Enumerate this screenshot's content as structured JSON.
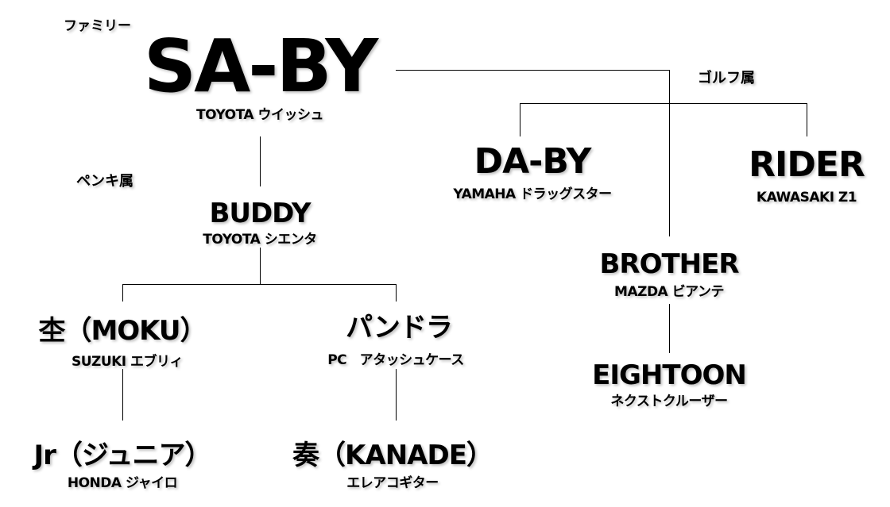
{
  "groups": {
    "family": "ファミリー",
    "paint": "ペンキ属",
    "golf": "ゴルフ属"
  },
  "nodes": {
    "saby": {
      "name": "SA-BY",
      "vehicle": "TOYOTA ウイッシュ"
    },
    "buddy": {
      "name": "BUDDY",
      "vehicle": "TOYOTA シエンタ"
    },
    "moku": {
      "name": "杢（MOKU）",
      "vehicle": "SUZUKI エブリィ"
    },
    "pandora": {
      "name": "パンドラ",
      "vehicle": "PC　アタッシュケース"
    },
    "junior": {
      "name": "Jr（ジュニア）",
      "vehicle": "HONDA ジャイロ"
    },
    "kanade": {
      "name": "奏（KANADE）",
      "vehicle": "エレアコギター"
    },
    "daby": {
      "name": "DA-BY",
      "vehicle": "YAMAHA ドラッグスター"
    },
    "rider": {
      "name": "RIDER",
      "vehicle": "KAWASAKI Z1"
    },
    "brother": {
      "name": "BROTHER",
      "vehicle": "MAZDA ビアンテ"
    },
    "eightoon": {
      "name": "EIGHTOON",
      "vehicle": "ネクストクルーザー"
    }
  }
}
